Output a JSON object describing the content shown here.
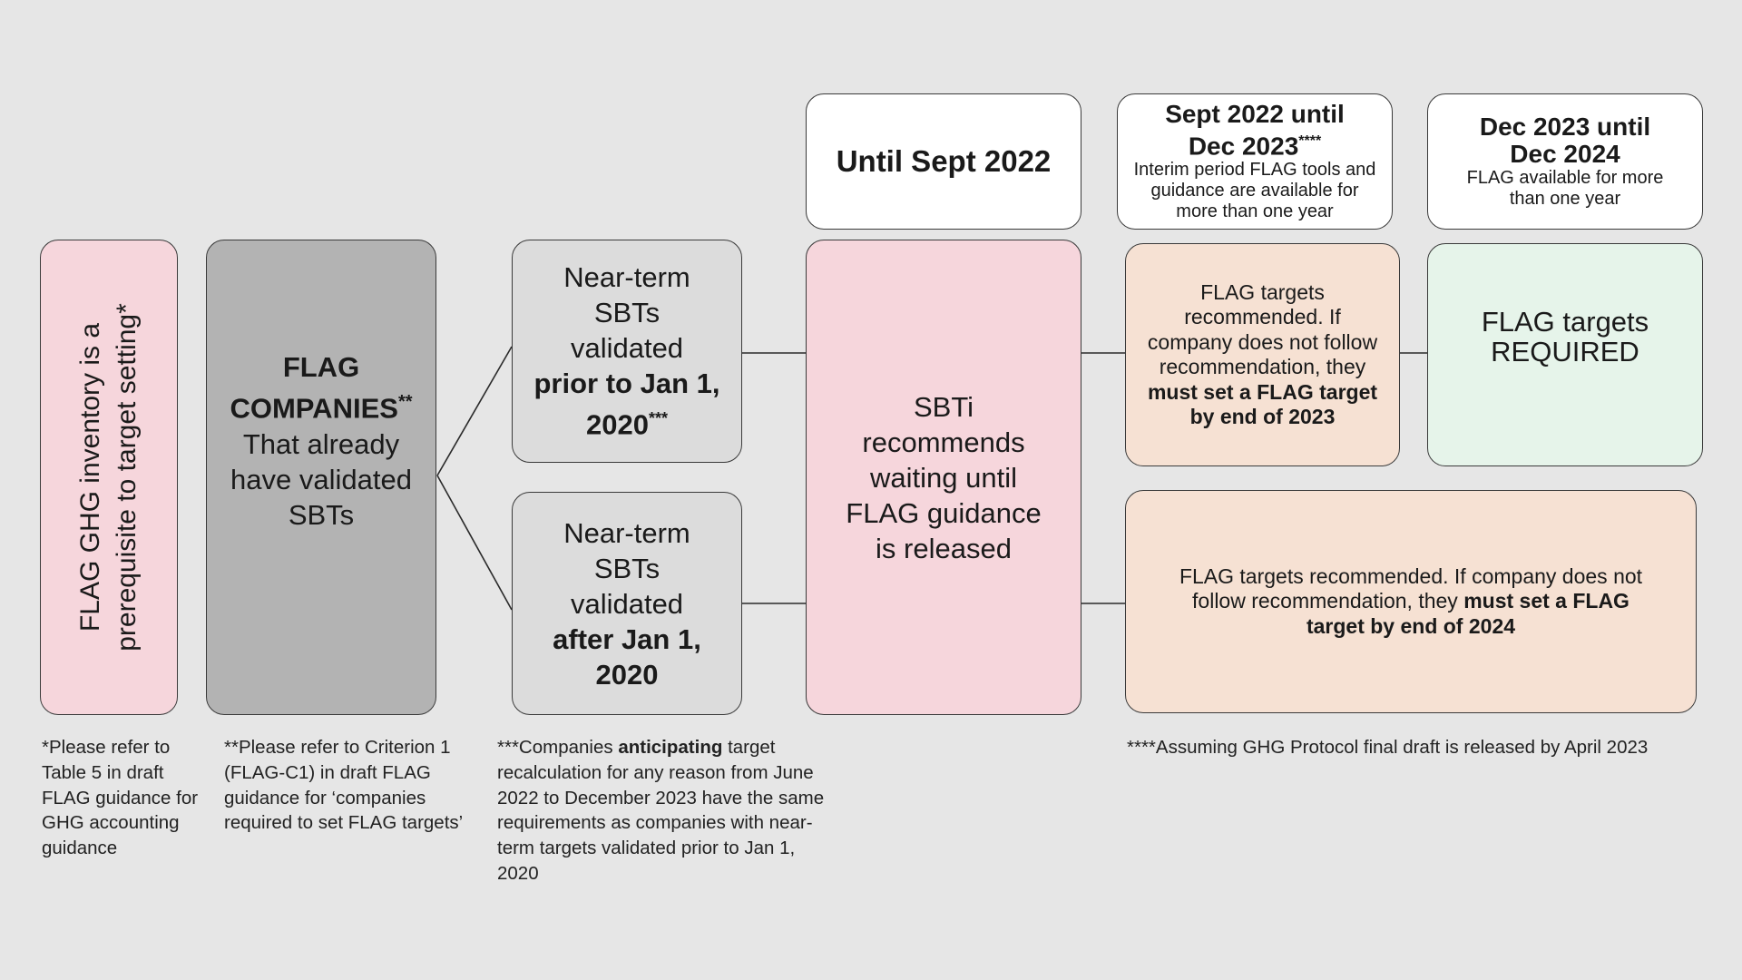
{
  "prerequisite": {
    "text": "FLAG GHG inventory is a prerequisite to target setting*"
  },
  "flag_companies": {
    "title_line1": "FLAG",
    "title_line2": "COMPANIES",
    "title_mark": "**",
    "subtitle": "That already have validated SBTs"
  },
  "near_term_prior": {
    "text": "Near-term SBTs validated",
    "bold": "prior to Jan 1, 2020",
    "mark": "***"
  },
  "near_term_after": {
    "text": "Near-term SBTs validated",
    "bold": "after Jan 1, 2020"
  },
  "headers": {
    "until_sept": "Until Sept 2022",
    "sept_title_1": "Sept 2022 until",
    "sept_title_2": "Dec 2023",
    "sept_mark": "****",
    "sept_desc": "Interim period FLAG tools and guidance are available for more than one year",
    "dec_title_1": "Dec 2023 until",
    "dec_title_2": "Dec 2024",
    "dec_desc": "FLAG available for more than one year"
  },
  "sbti_box": {
    "text": "SBTi recommends waiting until FLAG guidance is released"
  },
  "flag_2023": {
    "text": "FLAG targets recommended. If company does not follow recommendation, they",
    "bold": "must set a FLAG target by end of 2023"
  },
  "flag_required": {
    "text": "FLAG targets REQUIRED"
  },
  "flag_2024": {
    "text": "FLAG targets recommended. If company does not follow recommendation, they",
    "bold": "must set a FLAG target by end of 2024"
  },
  "footnotes": {
    "note1": "*Please refer to Table 5 in draft FLAG guidance for GHG accounting guidance",
    "note2": "**Please refer to Criterion 1 (FLAG-C1) in draft FLAG guidance for ‘companies required to set FLAG targets’",
    "note3_pre": "***Companies",
    "note3_bold": "anticipating",
    "note3_post": "target recalculation for any reason from June 2022 to December 2023 have the same requirements as companies with near-term targets validated prior to Jan 1, 2020",
    "note4": "****Assuming GHG Protocol final draft is released by April 2023"
  },
  "colors": {
    "background": "#e6e6e6",
    "pink": "#f6d6dc",
    "gray": "#b3b3b3",
    "light_gray": "#dcdcdc",
    "peach": "#f6e1d3",
    "mint": "#e6f4ea",
    "white": "#ffffff"
  }
}
